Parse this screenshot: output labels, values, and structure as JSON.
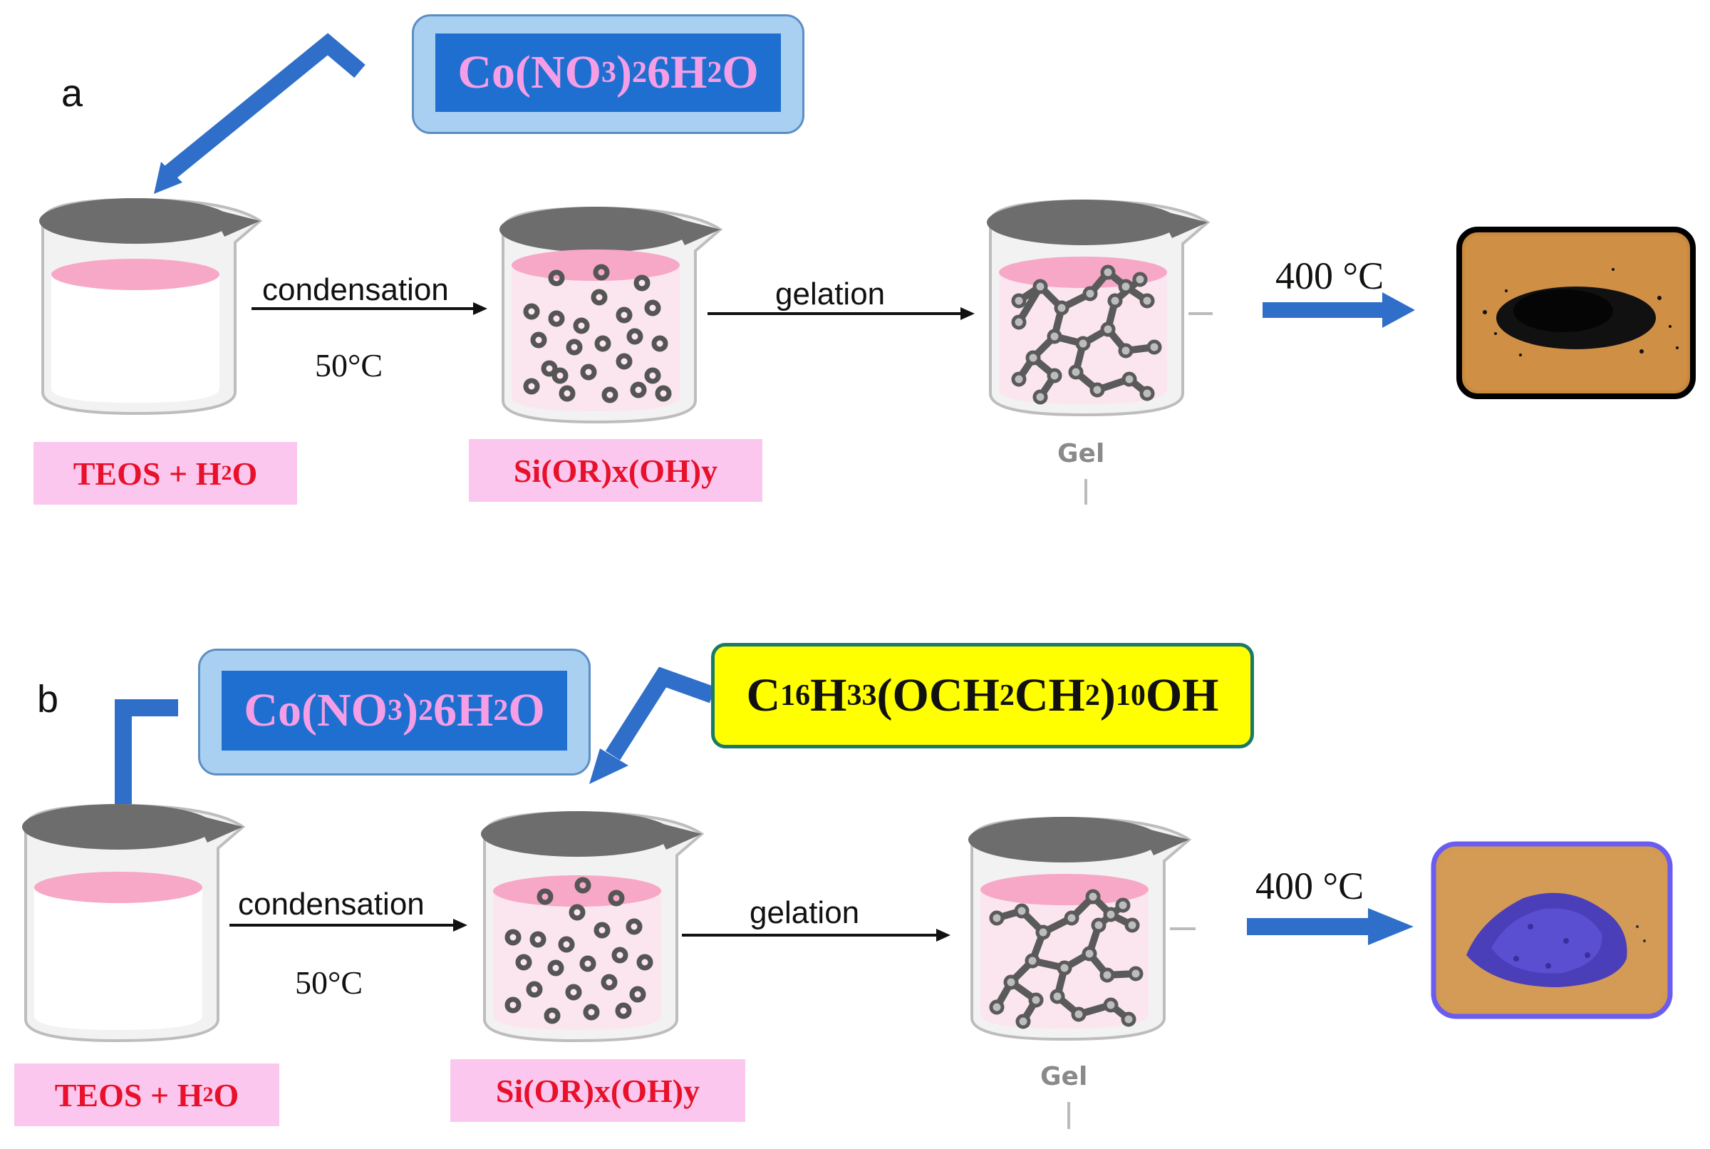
{
  "panel_a": {
    "letter": "a",
    "reagent": {
      "text": "Co(NO",
      "sub1": "3",
      "mid": ")",
      "sub2": "2",
      "mid2": "6H",
      "sub3": "2",
      "end": "O"
    },
    "start_label": {
      "pre": "TEOS + H",
      "sub": "2",
      "post": "O"
    },
    "step1": "condensation",
    "temp1": "50°C",
    "intermediate_label": "Si(OR)x(OH)y",
    "step2": "gelation",
    "gel_label": "Gel",
    "calcination": "400 °C",
    "product_color": "black"
  },
  "panel_b": {
    "letter": "b",
    "reagent": {
      "text": "Co(NO",
      "sub1": "3",
      "mid": ")",
      "sub2": "2",
      "mid2": "6H",
      "sub3": "2",
      "end": "O"
    },
    "surfactant": {
      "c": "C",
      "s1": "16",
      "h": "H",
      "s2": "33",
      "mid": "(OCH",
      "s3": "2",
      "mid2": "CH",
      "s4": "2",
      "mid3": ")",
      "s5": "10",
      "end": "OH"
    },
    "start_label": {
      "pre": "TEOS + H",
      "sub": "2",
      "post": "O"
    },
    "step1": "condensation",
    "temp1": "50°C",
    "intermediate_label": "Si(OR)x(OH)y",
    "step2": "gelation",
    "gel_label": "Gel",
    "calcination": "400 °C",
    "product_color": "blue-violet"
  },
  "colors": {
    "arrow_blue": "#2f6fc9",
    "reagent_fill": "#1f6fd1",
    "reagent_text": "#f59ee6",
    "label_bg": "#fbc7ee",
    "label_text": "#e8102a",
    "surfactant_fill": "#ffff00",
    "surfactant_border": "#1c7a64"
  }
}
